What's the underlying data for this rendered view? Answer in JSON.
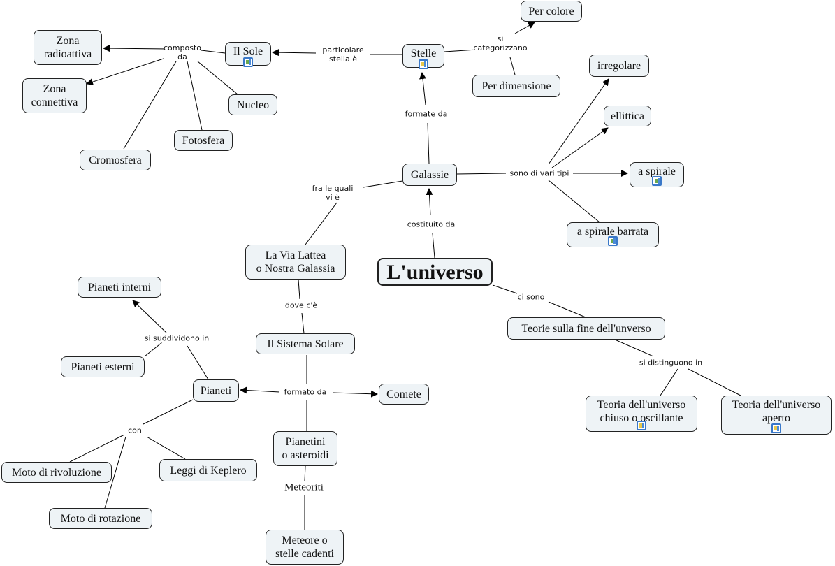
{
  "nodes": {
    "universo": "L'universo",
    "galassie": "Galassie",
    "stelle": "Stelle",
    "ilsole": "Il Sole",
    "percolore": "Per colore",
    "perdimensione": "Per dimensione",
    "zonarad": "Zona\nradioattiva",
    "zonacon": "Zona\nconnettiva",
    "nucleo": "Nucleo",
    "fotosfera": "Fotosfera",
    "cromosfera": "Cromosfera",
    "irregolare": "irregolare",
    "ellittica": "ellittica",
    "aspirale": "a spirale",
    "barrata": "a spirale barrata",
    "vialattea": "La Via Lattea\no Nostra Galassia",
    "sistemasolare": "Il Sistema Solare",
    "pianetiinterni": "Pianeti interni",
    "pianetiesterni": "Pianeti esterni",
    "pianeti": "Pianeti",
    "comete": "Comete",
    "pianetini": "Pianetini\no asteroidi",
    "meteore": "Meteore o\nstelle cadenti",
    "motoriv": "Moto di rivoluzione",
    "leggi": "Leggi di Keplero",
    "motorot": "Moto di rotazione",
    "teorie": "Teorie sulla fine dell'unverso",
    "chiuso": "Teoria dell'universo\nchiuso o oscillante",
    "aperto": "Teoria dell'universo\naperto"
  },
  "links": {
    "composto": "composto\nda",
    "particolare": "particolare\nstella è",
    "categorizzano": "si\ncategorizzano",
    "formate": "formate da",
    "tipi": "sono di vari tipi",
    "fralequali": "fra le quali\nvi è",
    "costituito": "costituito da",
    "cisono": "ci sono",
    "dovece": "dove c'è",
    "suddividono": "si suddividono in",
    "formato": "formato da",
    "con": "con",
    "meteoriti": "Meteoriti",
    "distinguono": "si distinguono in"
  },
  "icons": {
    "stelle": "document-image-icon",
    "ilsole": "image-icon",
    "aspirale": "image-icon",
    "barrata": "image-icon",
    "chiuso": "document-icon",
    "aperto": "document-icon"
  }
}
